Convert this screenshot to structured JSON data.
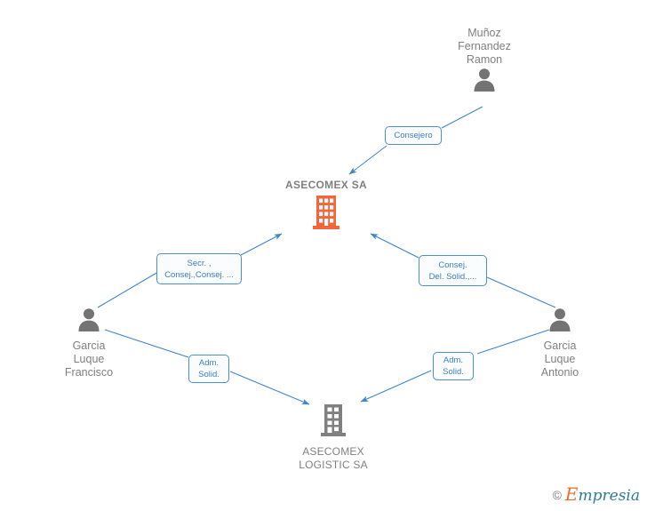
{
  "diagram": {
    "title": "ASECOMEX SA corporate relationship map",
    "colors": {
      "edge": "#4a8fd4",
      "label_text": "#3a7fc6",
      "label_border": "#4a8fd4",
      "label_background": "#fbfcfd",
      "node_text": "#808080",
      "company_primary_icon": "#f4663a",
      "company_secondary_icon": "#808080",
      "person_icon": "#737373",
      "background": "#ffffff"
    },
    "nodes": [
      {
        "id": "munoz",
        "type": "person",
        "icon": "person-icon",
        "label": "Muñoz\nFernandez\nRamon",
        "label_position": "above"
      },
      {
        "id": "asecomex-sa",
        "type": "company",
        "icon": "building-icon",
        "label": "ASECOMEX SA",
        "label_position": "above"
      },
      {
        "id": "garcia-francisco",
        "type": "person",
        "icon": "person-icon",
        "label": "Garcia\nLuque\nFrancisco",
        "label_position": "below"
      },
      {
        "id": "garcia-antonio",
        "type": "person",
        "icon": "person-icon",
        "label": "Garcia\nLuque\nAntonio",
        "label_position": "below"
      },
      {
        "id": "asecomex-logistic",
        "type": "company",
        "icon": "building-icon",
        "label": "ASECOMEX\nLOGISTIC SA",
        "label_position": "below"
      }
    ],
    "edges": [
      {
        "id": "munoz-to-asecomex",
        "from": "munoz",
        "to": "asecomex-sa",
        "label": "Consejero"
      },
      {
        "id": "francisco-to-asecomex",
        "from": "garcia-francisco",
        "to": "asecomex-sa",
        "label": "Secr. ,\nConsej.,Consej. ..."
      },
      {
        "id": "antonio-to-asecomex",
        "from": "garcia-antonio",
        "to": "asecomex-sa",
        "label": "Consej.\nDel. Solid.,..."
      },
      {
        "id": "francisco-to-logistic",
        "from": "garcia-francisco",
        "to": "asecomex-logistic",
        "label": "Adm.\nSolid."
      },
      {
        "id": "antonio-to-logistic",
        "from": "garcia-antonio",
        "to": "asecomex-logistic",
        "label": "Adm.\nSolid."
      }
    ]
  },
  "watermark": {
    "copyright": "©",
    "brand_lead": "E",
    "brand_rest": "mpresia"
  }
}
